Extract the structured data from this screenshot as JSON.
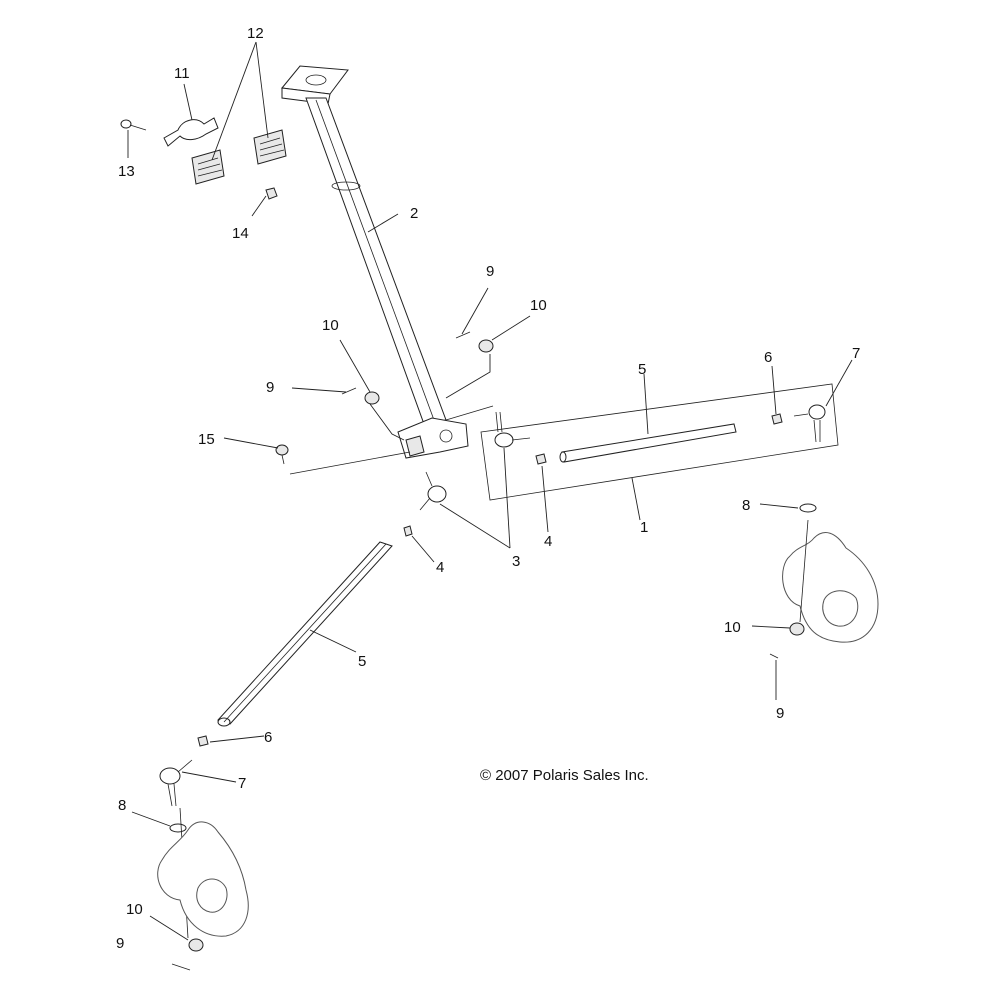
{
  "callouts": {
    "c1": "1",
    "c2": "2",
    "c3": "3",
    "c4_left": "4",
    "c4_mid": "4",
    "c5_right": "5",
    "c5_left": "5",
    "c6_right": "6",
    "c6_left": "6",
    "c7_right": "7",
    "c7_left": "7",
    "c8_right": "8",
    "c8_left": "8",
    "c9_top": "9",
    "c9_mid": "9",
    "c9_right": "9",
    "c9_bottom": "9",
    "c10_top": "10",
    "c10_mid": "10",
    "c10_right": "10",
    "c10_bottom": "10",
    "c11": "11",
    "c12": "12",
    "c13": "13",
    "c14": "14",
    "c15": "15"
  },
  "copyright": "© 2007 Polaris Sales Inc."
}
